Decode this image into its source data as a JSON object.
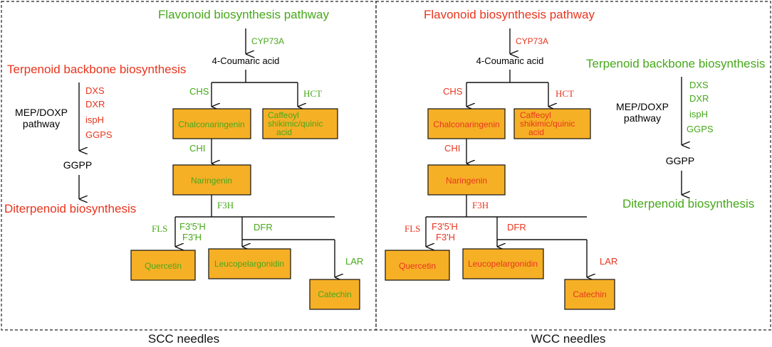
{
  "colors": {
    "up": "#e8351e",
    "down": "#46a81a",
    "neutral": "#000000",
    "box_fill": "#f6b026",
    "box_border": "#111111"
  },
  "panels": [
    {
      "caption": "SCC needles",
      "flavonoid_color": "#46a81a",
      "terpenoid_color": "#e8351e",
      "flavonoid": {
        "title": "Flavonoid biosynthesis pathway",
        "cyp": "CYP73A",
        "coumaric": "4-Coumaric acid",
        "chs": "CHS",
        "hct": "HCT",
        "chalconaringenin": "Chalconaringenin",
        "caffeoyl": [
          "Caffeoyl",
          "shikimic/quinic",
          "acid"
        ],
        "chi": "CHI",
        "naringenin": "Naringenin",
        "f3h": "F3H",
        "fls": "FLS",
        "f35h": "F3'5'H",
        "f3ph": "F3'H",
        "dfr": "DFR",
        "lar": "LAR",
        "quercetin": "Quercetin",
        "leucopelargonidin": "Leucopelargonidin",
        "catechin": "Catechin"
      },
      "terpenoid": {
        "title": "Terpenoid backbone biosynthesis",
        "pathway": [
          "MEP/DOXP",
          "pathway"
        ],
        "genes": [
          "DXS",
          "DXR",
          "ispH",
          "GGPS"
        ],
        "ggpp": "GGPP",
        "product": "Diterpenoid biosynthesis"
      }
    },
    {
      "caption": "WCC needles",
      "flavonoid_color": "#e8351e",
      "terpenoid_color": "#46a81a",
      "flavonoid": {
        "title": "Flavonoid biosynthesis pathway",
        "cyp": "CYP73A",
        "coumaric": "4-Coumaric acid",
        "chs": "CHS",
        "hct": "HCT",
        "chalconaringenin": "Chalconaringenin",
        "caffeoyl": [
          "Caffeoyl",
          "shikimic/quinic",
          "acid"
        ],
        "chi": "CHI",
        "naringenin": "Naringenin",
        "f3h": "F3H",
        "fls": "FLS",
        "f35h": "F3'5'H",
        "f3ph": "F3'H",
        "dfr": "DFR",
        "lar": "LAR",
        "quercetin": "Quercetin",
        "leucopelargonidin": "Leucopelargonidin",
        "catechin": "Catechin"
      },
      "terpenoid": {
        "title": "Terpenoid backbone biosynthesis",
        "pathway": [
          "MEP/DOXP",
          "pathway"
        ],
        "genes": [
          "DXS",
          "DXR",
          "ispH",
          "GGPS"
        ],
        "ggpp": "GGPP",
        "product": "Diterpenoid biosynthesis"
      }
    }
  ]
}
